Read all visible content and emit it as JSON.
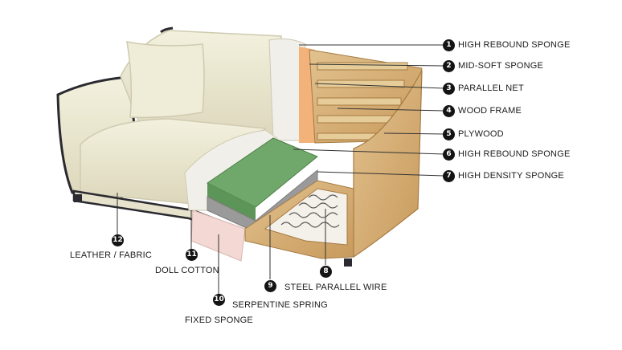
{
  "labels": [
    {
      "num": "1",
      "text": "HIGH REBOUND SPONGE"
    },
    {
      "num": "2",
      "text": "MID-SOFT SPONGE"
    },
    {
      "num": "3",
      "text": "PARALLEL NET"
    },
    {
      "num": "4",
      "text": "WOOD FRAME"
    },
    {
      "num": "5",
      "text": "PLYWOOD"
    },
    {
      "num": "6",
      "text": "HIGH REBOUND SPONGE"
    },
    {
      "num": "7",
      "text": "HIGH DENSITY SPONGE"
    },
    {
      "num": "8",
      "text": "STEEL PARALLEL WIRE"
    },
    {
      "num": "9",
      "text": "SERPENTINE SPRING"
    },
    {
      "num": "10",
      "text": "FIXED SPONGE"
    },
    {
      "num": "11",
      "text": "DOLL COTTON"
    },
    {
      "num": "12",
      "text": "LEATHER / FABRIC"
    }
  ],
  "colors": {
    "leather": "#ece9d2",
    "leather_shadow": "#cfcab0",
    "piping": "#2a2a30",
    "wood": "#d8b57f",
    "wood_dark": "#b88a4e",
    "green_sponge": "#6fa86a",
    "gray_sponge": "#9a9a9a",
    "cotton": "#f1efe9",
    "orange_sponge": "#f2b27a",
    "pink_sponge": "#f3d8d3"
  }
}
